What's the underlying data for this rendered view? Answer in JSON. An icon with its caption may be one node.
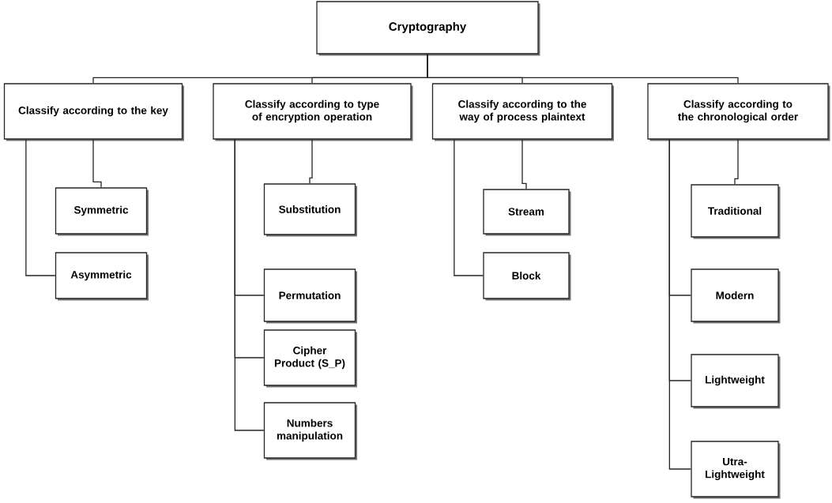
{
  "diagram": {
    "nodes": [
      {
        "text": [
          "Cryptography"
        ]
      },
      {
        "text": [
          "Classify according to the key"
        ]
      },
      {
        "text": [
          "Classify according to type of encryption operation"
        ]
      },
      {
        "text": [
          "Classify according to the way of process plaintext"
        ]
      },
      {
        "text": [
          "Classify according to the chronological order"
        ]
      },
      {
        "text": [
          "Symmetric"
        ]
      },
      {
        "text": [
          "Asymmetric"
        ]
      },
      {
        "text": [
          "Substitution"
        ]
      },
      {
        "text": [
          "Permutation"
        ]
      },
      {
        "text": [
          "Cipher Product (S_P)"
        ]
      },
      {
        "text": [
          "Numbers manipulation"
        ]
      },
      {
        "text": [
          "Stream"
        ]
      },
      {
        "text": [
          "Block"
        ]
      },
      {
        "text": [
          "Traditional"
        ]
      },
      {
        "text": [
          "Modern"
        ]
      },
      {
        "text": [
          "Lightweight"
        ]
      },
      {
        "text": [
          "Utra- Lightweight"
        ]
      }
    ],
    "edges": [
      {
        "from": 0,
        "to": 1,
        "arrow": "none"
      },
      {
        "from": 0,
        "to": 2,
        "arrow": "none"
      },
      {
        "from": 0,
        "to": 3,
        "arrow": "none"
      },
      {
        "from": 0,
        "to": 4,
        "arrow": "none"
      },
      {
        "from": 1,
        "to": 5,
        "arrow": "none"
      },
      {
        "from": 1,
        "to": 6,
        "arrow": "none"
      },
      {
        "from": 2,
        "to": 7,
        "arrow": "none"
      },
      {
        "from": 2,
        "to": 8,
        "arrow": "none"
      },
      {
        "from": 2,
        "to": 9,
        "arrow": "none"
      },
      {
        "from": 2,
        "to": 10,
        "arrow": "none"
      },
      {
        "from": 3,
        "to": 11,
        "arrow": "none"
      },
      {
        "from": 3,
        "to": 12,
        "arrow": "none"
      },
      {
        "from": 4,
        "to": 13,
        "arrow": "none"
      },
      {
        "from": 4,
        "to": 14,
        "arrow": "none"
      },
      {
        "from": 4,
        "to": 15,
        "arrow": "none"
      },
      {
        "from": 4,
        "to": 16,
        "arrow": "none"
      }
    ]
  }
}
